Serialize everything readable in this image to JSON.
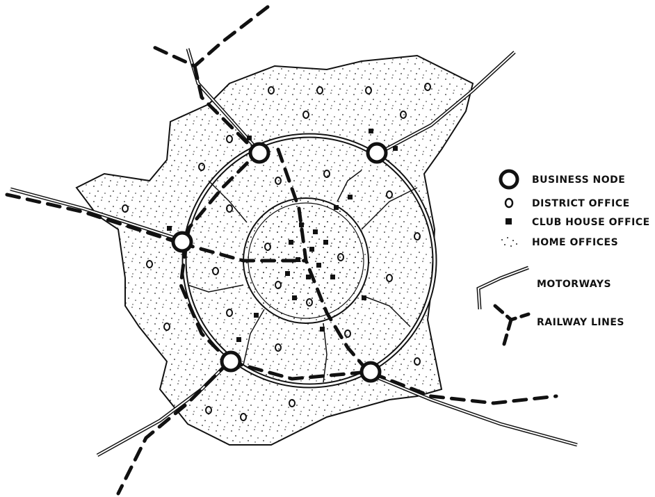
{
  "legend": {
    "business_node": "BUSINESS NODE",
    "district_office": "DISTRICT OFFICE",
    "clubhouse_office": "CLUB HOUSE OFFICE",
    "home_offices": "HOME OFFICES",
    "motorways": "MOTORWAYS",
    "railway_lines": "RAILWAY LINES"
  },
  "colors": {
    "ink": "#111111",
    "paper": "#ffffff"
  }
}
